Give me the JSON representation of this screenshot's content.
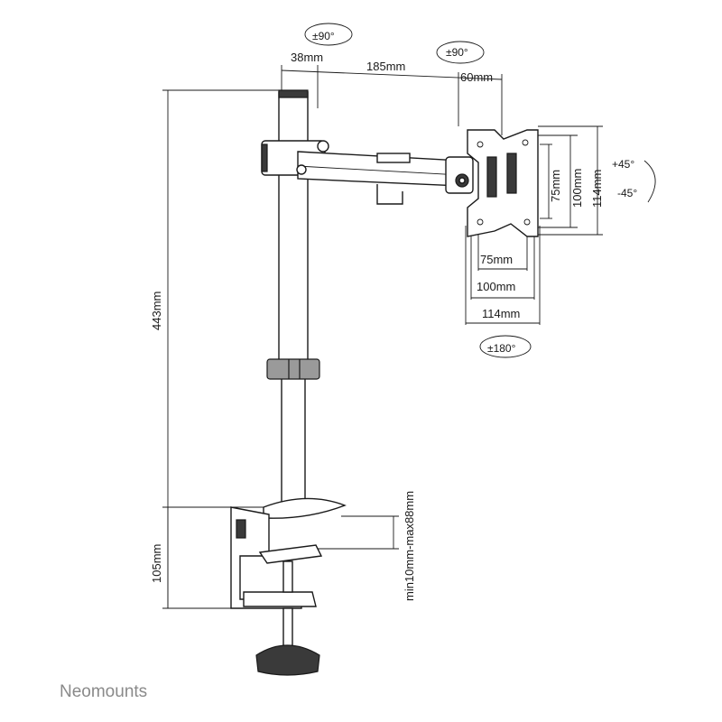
{
  "brand": {
    "name": "Neomounts",
    "color": "#8a8a8a"
  },
  "dimensions": {
    "pole_diameter": "38mm",
    "arm_length": "185mm",
    "head_depth": "60mm",
    "height": "443mm",
    "clamp_height": "105mm",
    "desk_thickness": "min10mm-max88mm",
    "vesa_h_75": "75mm",
    "vesa_h_100": "100mm",
    "vesa_h_114": "114mm",
    "vesa_w_75": "75mm",
    "vesa_w_100": "100mm",
    "vesa_w_114": "114mm"
  },
  "rotations": {
    "pole_swivel": "±90°",
    "arm_swivel": "±90°",
    "tilt_up": "+45°",
    "tilt_down": "-45°",
    "rotate": "±180°"
  },
  "colors": {
    "line": "#1a1a1a",
    "dark_part": "#3a3a3a",
    "mid_part": "#9a9a9a"
  }
}
